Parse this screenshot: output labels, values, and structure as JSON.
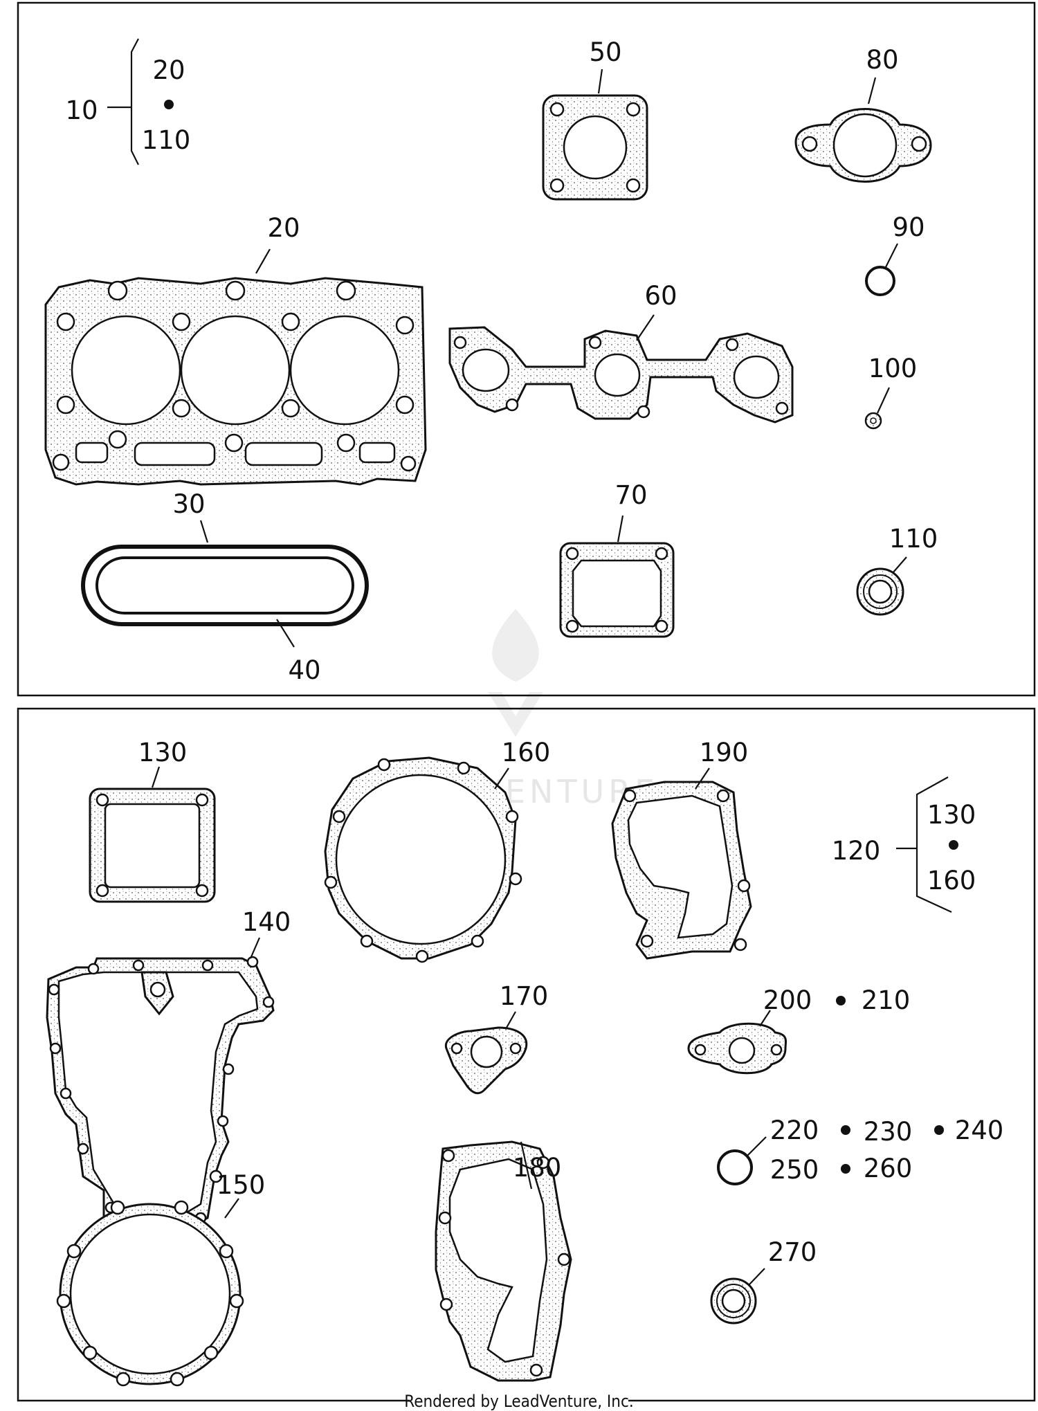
{
  "diagram": {
    "panels": [
      {
        "name": "upper-panel",
        "kit": {
          "id": "10",
          "members": [
            "20",
            "110"
          ]
        },
        "callouts": [
          "20",
          "30",
          "40",
          "50",
          "60",
          "70",
          "80",
          "90",
          "100",
          "110"
        ]
      },
      {
        "name": "lower-panel",
        "kit": {
          "id": "120",
          "members": [
            "130",
            "160"
          ]
        },
        "callouts": [
          "130",
          "140",
          "150",
          "160",
          "170",
          "180",
          "190",
          "200",
          "210",
          "220",
          "230",
          "240",
          "250",
          "260",
          "270"
        ]
      }
    ],
    "footer": "Rendered by LeadVenture, Inc.",
    "watermark": "LEADVENTURE"
  },
  "colors": {
    "line": "#111111",
    "background": "#ffffff",
    "watermark": "#e6e6e6"
  }
}
